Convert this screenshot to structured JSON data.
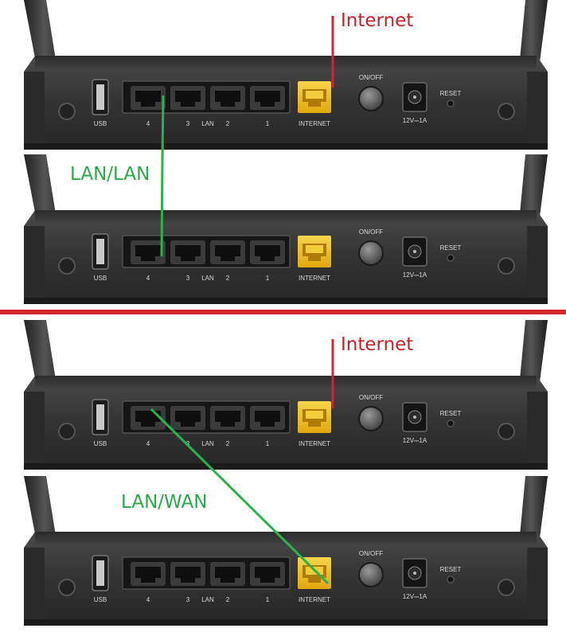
{
  "colors": {
    "background": "#ffffff",
    "router_body": "#3a3a3a",
    "port_wan": "#f2c21b",
    "internet_cable": "#d7262b",
    "lan_cable": "#2bb24c",
    "divider": "#d7262b",
    "internet_text": "#c8202a",
    "connection_text": "#2aa84a"
  },
  "router_labels": {
    "usb": "USB",
    "port4": "4",
    "port3": "3",
    "lan": "LAN",
    "port2": "2",
    "port1": "1",
    "internet": "INTERNET",
    "onoff": "ON/OFF",
    "power": "12V⎓1A",
    "reset": "RESET"
  },
  "top_section": {
    "internet_label": "Internet",
    "connection_label": "LAN/LAN"
  },
  "bottom_section": {
    "internet_label": "Internet",
    "connection_label": "LAN/WAN"
  },
  "icons": [
    "antenna-icon",
    "usb-port-icon",
    "ethernet-port-icon",
    "power-button-icon",
    "dc-jack-icon",
    "reset-pinhole-icon"
  ]
}
